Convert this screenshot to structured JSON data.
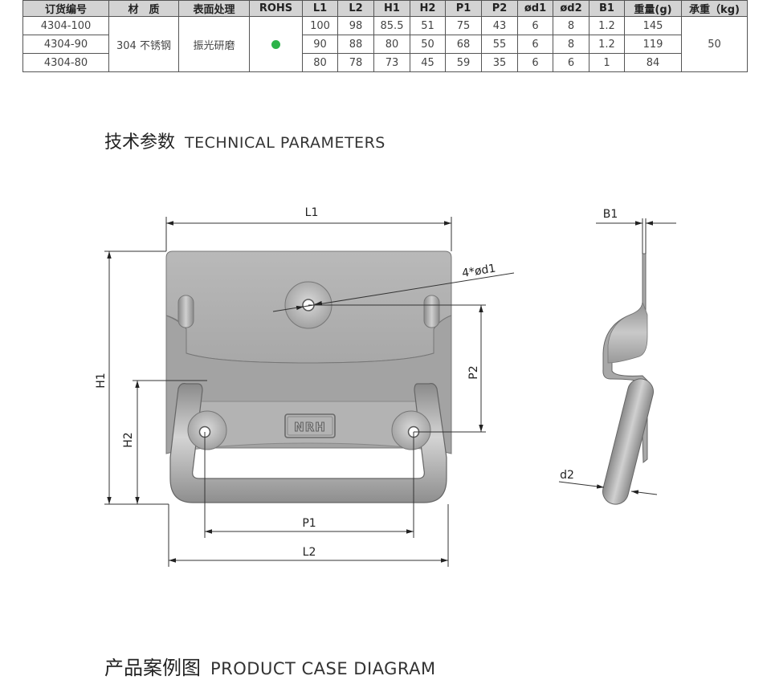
{
  "table": {
    "headers": [
      "订货编号",
      "材　质",
      "表面处理",
      "ROHS",
      "L1",
      "L2",
      "H1",
      "H2",
      "P1",
      "P2",
      "ød1",
      "ød2",
      "B1",
      "重量(g)",
      "承重（kg)"
    ],
    "material": "304 不锈钢",
    "surface": "振光研磨",
    "rohs_color": "#2db34a",
    "load": "50",
    "rows": [
      {
        "code": "4304-100",
        "dims": [
          "100",
          "98",
          "85.5",
          "51",
          "75",
          "43",
          "6",
          "8",
          "1.2",
          "145"
        ]
      },
      {
        "code": "4304-90",
        "dims": [
          "90",
          "88",
          "80",
          "50",
          "68",
          "55",
          "6",
          "8",
          "1.2",
          "119"
        ]
      },
      {
        "code": "4304-80",
        "dims": [
          "80",
          "78",
          "73",
          "45",
          "59",
          "35",
          "6",
          "6",
          "1",
          "84"
        ]
      }
    ]
  },
  "tech_section": {
    "cn": "技术参数",
    "en": "TECHNICAL PARAMETERS"
  },
  "drawing": {
    "labels": {
      "l1": "L1",
      "l2": "L2",
      "h1": "H1",
      "h2": "H2",
      "p1": "P1",
      "p2": "P2",
      "d1": "4*ød1",
      "b1": "B1",
      "d2": "d2",
      "logo": "NRH"
    }
  },
  "case_section": {
    "cn": "产品案例图",
    "en": "PRODUCT CASE DIAGRAM"
  }
}
